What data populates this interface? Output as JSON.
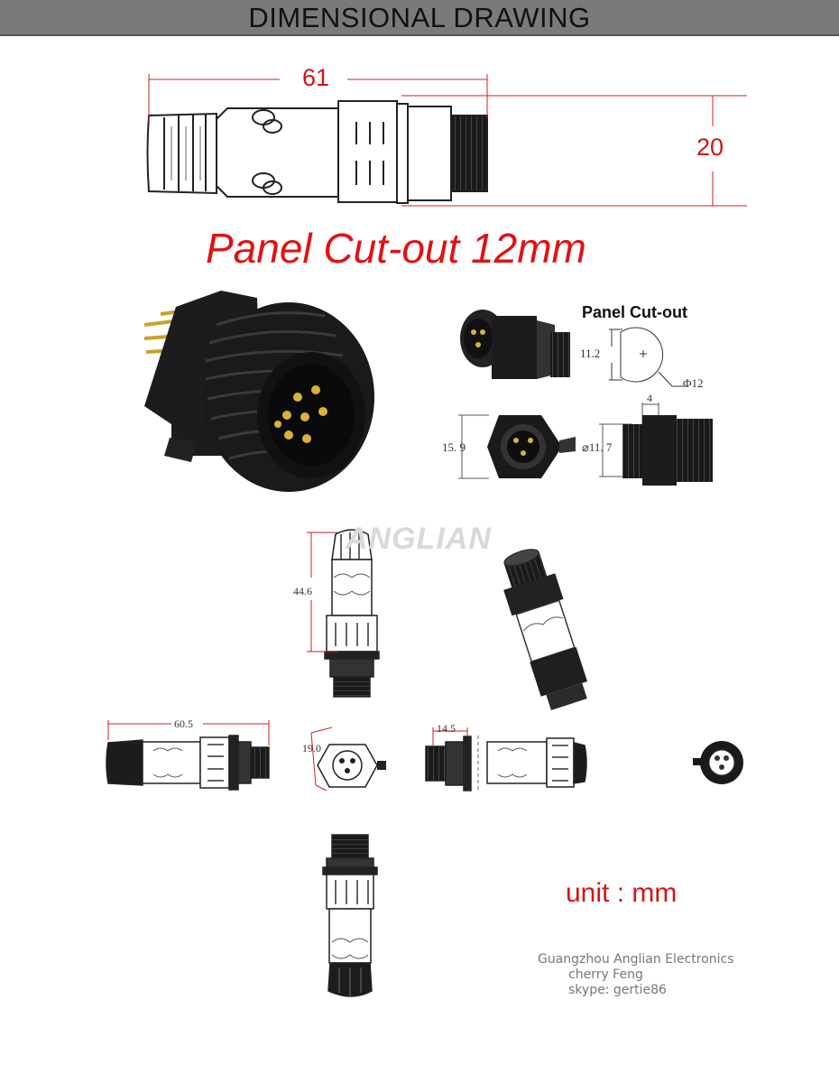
{
  "header": {
    "title": "DIMENSIONAL DRAWING"
  },
  "top_drawing": {
    "length_label": "61",
    "height_label": "20"
  },
  "panel": {
    "cutout_caption": "Panel Cut-out 12mm",
    "cutout_title": "Panel Cut-out"
  },
  "dims": {
    "d_11_2": "11.2",
    "d_phi12": "Φ12",
    "d_4": "4",
    "d_15_9": "15. 9",
    "d_11_7": "⌀11. 7",
    "d_44_6": "44.6",
    "d_60_5": "60.5",
    "d_19_0": "19.0",
    "d_14_5": "14.5"
  },
  "watermark": "ANGLIAN",
  "unit": "unit : mm",
  "credit": {
    "company": "Guangzhou Anglian Electronics",
    "name": "cherry Feng",
    "skype": "skype: gertie86"
  }
}
